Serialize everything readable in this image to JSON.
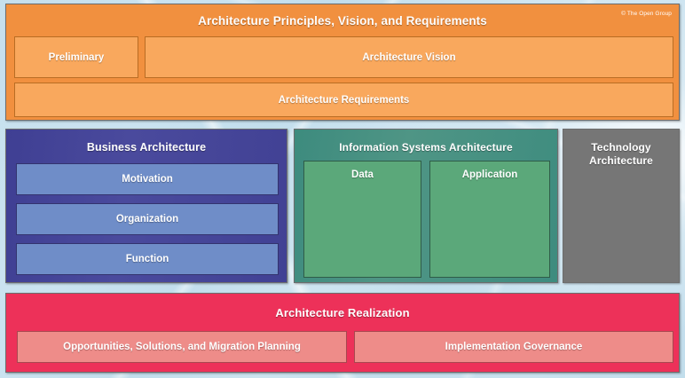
{
  "diagram": {
    "copyright": "© The Open Group",
    "colors": {
      "principles_band": "#f1903f",
      "principles_box": "#f9a85d",
      "business_band": "#42439 7",
      "business_box": "#6f8dc8",
      "information_systems_band": "#418e7f",
      "information_systems_box": "#5ba87a",
      "technology_band": "#767676",
      "realization_band": "#ed3159",
      "realization_box": "#ee8c89",
      "label_text": "#ffffff"
    },
    "sections": {
      "principles": {
        "title": "Architecture Principles, Vision, and Requirements",
        "boxes": [
          {
            "label": "Preliminary"
          },
          {
            "label": "Architecture Vision"
          },
          {
            "label": "Architecture Requirements"
          }
        ]
      },
      "business": {
        "title": "Business Architecture",
        "boxes": [
          {
            "label": "Motivation"
          },
          {
            "label": "Organization"
          },
          {
            "label": "Function"
          }
        ]
      },
      "information_systems": {
        "title": "Information Systems Architecture",
        "boxes": [
          {
            "label": "Data"
          },
          {
            "label": "Application"
          }
        ]
      },
      "technology": {
        "title": "Technology Architecture",
        "title_line1": "Technology",
        "title_line2": "Architecture",
        "boxes": []
      },
      "realization": {
        "title": "Architecture Realization",
        "boxes": [
          {
            "label": "Opportunities, Solutions, and Migration Planning"
          },
          {
            "label": "Implementation Governance"
          }
        ]
      }
    }
  }
}
